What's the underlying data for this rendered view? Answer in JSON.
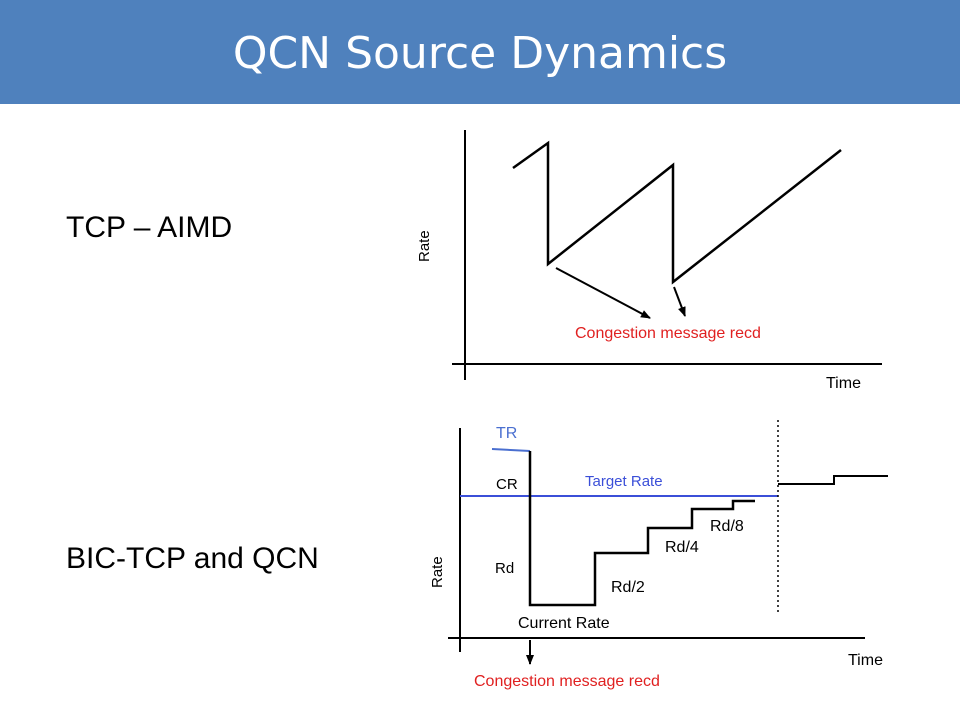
{
  "slide": {
    "title": "QCN Source Dynamics"
  },
  "left_labels": {
    "tcp": "TCP – AIMD",
    "bic": "BIC-TCP and QCN"
  },
  "top_diagram": {
    "ylabel": "Rate",
    "xlabel": "Time",
    "annotation": "Congestion message recd"
  },
  "bottom_diagram": {
    "ylabel": "Rate",
    "xlabel": "Time",
    "tr_label": "TR",
    "cr_label": "CR",
    "rd_label": "Rd",
    "target_rate_label": "Target Rate",
    "current_rate_label": "Current Rate",
    "rd2_label": "Rd/2",
    "rd4_label": "Rd/4",
    "rd8_label": "Rd/8",
    "annotation": "Congestion message recd"
  },
  "colors": {
    "title_bar": "#4f81bd",
    "annotation_red": "#e02020",
    "target_blue": "#3b4fd8",
    "tr_blue": "#4a6fd0"
  }
}
